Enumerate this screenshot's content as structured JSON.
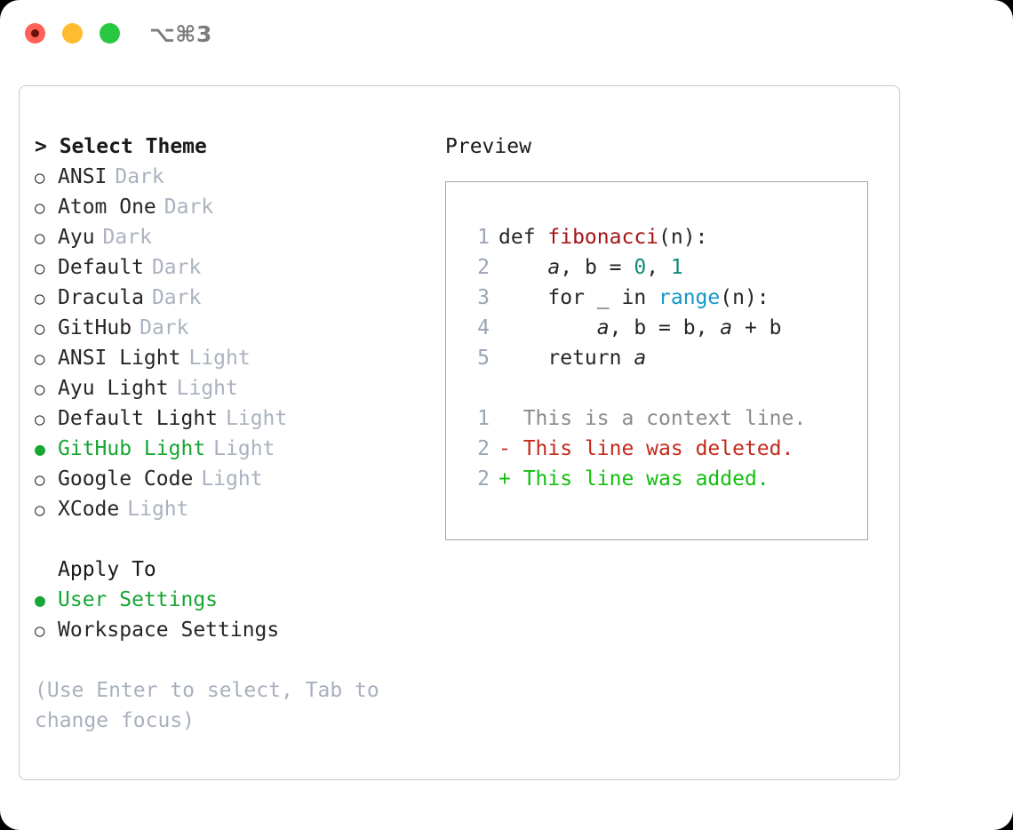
{
  "titlebar": {
    "shortcut": "⌥⌘3",
    "lights": [
      "close-button",
      "minimize-button",
      "maximize-button"
    ]
  },
  "colors": {
    "accent_green": "#16a633",
    "muted": "#aab2bf",
    "hint": "#a8b0bd",
    "panel_border": "#c3ccd6",
    "preview_border": "#9aa7b4",
    "code_fn": "#a31515",
    "code_num": "#0f8a7e",
    "code_kw": "#1398c7",
    "diff_del": "#c4281c",
    "diff_add": "#12bf10",
    "diff_ctx": "#8b8b8b"
  },
  "theme_picker": {
    "prompt": "> ",
    "title": "Select Theme",
    "bullet_unselected": "○",
    "bullet_selected": "●",
    "items": [
      {
        "name": "ANSI",
        "tag": "Dark",
        "selected": false
      },
      {
        "name": "Atom One",
        "tag": "Dark",
        "selected": false
      },
      {
        "name": "Ayu",
        "tag": "Dark",
        "selected": false
      },
      {
        "name": "Default",
        "tag": "Dark",
        "selected": false
      },
      {
        "name": "Dracula",
        "tag": "Dark",
        "selected": false
      },
      {
        "name": "GitHub",
        "tag": "Dark",
        "selected": false
      },
      {
        "name": "ANSI Light",
        "tag": "Light",
        "selected": false
      },
      {
        "name": "Ayu Light",
        "tag": "Light",
        "selected": false
      },
      {
        "name": "Default Light",
        "tag": "Light",
        "selected": false
      },
      {
        "name": "GitHub Light",
        "tag": "Light",
        "selected": true
      },
      {
        "name": "Google Code",
        "tag": "Light",
        "selected": false
      },
      {
        "name": "XCode",
        "tag": "Light",
        "selected": false
      }
    ]
  },
  "apply_to": {
    "title": "Apply To",
    "items": [
      {
        "name": "User Settings",
        "selected": true
      },
      {
        "name": "Workspace Settings",
        "selected": false
      }
    ]
  },
  "hint": "(Use Enter to select, Tab to change focus)",
  "preview": {
    "title": "Preview",
    "code_lines": [
      {
        "no": "1",
        "parts": [
          {
            "t": "def ",
            "c": "plain"
          },
          {
            "t": "fibonacci",
            "c": "fn"
          },
          {
            "t": "(n):",
            "c": "plain"
          }
        ]
      },
      {
        "no": "2",
        "parts": [
          {
            "t": "    ",
            "c": "plain"
          },
          {
            "t": "a",
            "c": "var"
          },
          {
            "t": ", ",
            "c": "plain"
          },
          {
            "t": "b",
            "c": "plain"
          },
          {
            "t": " = ",
            "c": "plain"
          },
          {
            "t": "0",
            "c": "num"
          },
          {
            "t": ", ",
            "c": "plain"
          },
          {
            "t": "1",
            "c": "num"
          }
        ]
      },
      {
        "no": "3",
        "parts": [
          {
            "t": "    for _ in ",
            "c": "plain"
          },
          {
            "t": "range",
            "c": "kw"
          },
          {
            "t": "(n):",
            "c": "plain"
          }
        ]
      },
      {
        "no": "4",
        "parts": [
          {
            "t": "        ",
            "c": "plain"
          },
          {
            "t": "a",
            "c": "var"
          },
          {
            "t": ", b = b, ",
            "c": "plain"
          },
          {
            "t": "a",
            "c": "var"
          },
          {
            "t": " + b",
            "c": "plain"
          }
        ]
      },
      {
        "no": "5",
        "parts": [
          {
            "t": "    return ",
            "c": "plain"
          },
          {
            "t": "a",
            "c": "var"
          }
        ]
      }
    ],
    "diff_lines": [
      {
        "no": "1",
        "marker": "  ",
        "text": "This is a context line.",
        "kind": "context"
      },
      {
        "no": "2",
        "marker": "- ",
        "text": "This line was deleted.",
        "kind": "deleted"
      },
      {
        "no": "2",
        "marker": "+ ",
        "text": "This line was added.",
        "kind": "added"
      }
    ]
  }
}
